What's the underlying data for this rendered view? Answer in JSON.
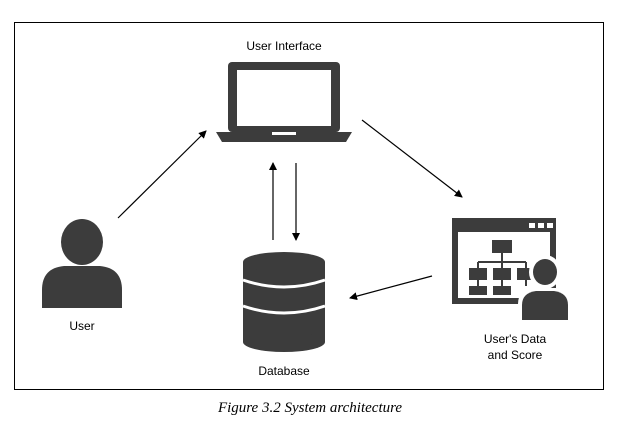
{
  "labels": {
    "user_interface": "User Interface",
    "user": "User",
    "database": "Database",
    "users_data_line1": "User's Data",
    "users_data_line2": "and Score"
  },
  "caption": "Figure 3.2 System architecture",
  "colors": {
    "icon": "#3c3c3c",
    "border": "#000000",
    "arrow": "#000000"
  },
  "icons": [
    "laptop-icon",
    "user-icon",
    "database-icon",
    "dashboard-user-icon"
  ]
}
